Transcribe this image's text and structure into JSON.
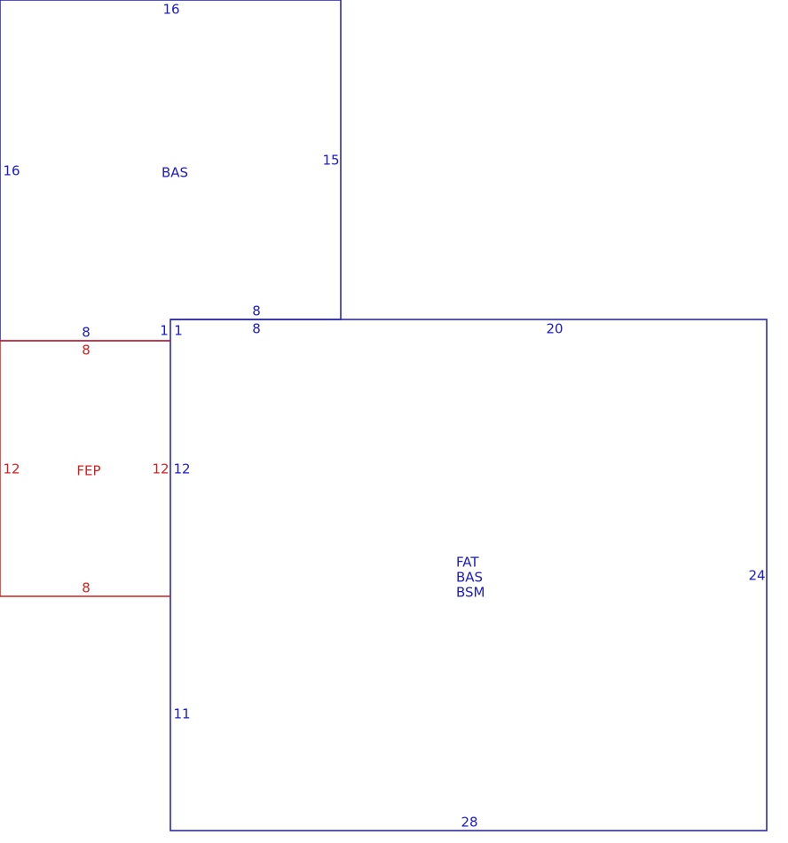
{
  "colors": {
    "living": "#1a1acc",
    "porch": "#d42020"
  },
  "areas": {
    "upper": {
      "name": "BAS",
      "dims": {
        "top": "16",
        "left": "16",
        "right": "15",
        "bottom_left": "8",
        "bottom_step": "1",
        "bottom_right": "8"
      }
    },
    "porch": {
      "name": "FEP",
      "dims": {
        "top": "8",
        "left": "12",
        "right": "12",
        "bottom": "8"
      }
    },
    "main": {
      "names": [
        "FAT",
        "BAS",
        "BSM"
      ],
      "dims": {
        "top_step": "1",
        "top_left": "8",
        "top_right": "20",
        "left_upper": "12",
        "left_lower": "11",
        "right": "24",
        "bottom": "28"
      }
    }
  }
}
